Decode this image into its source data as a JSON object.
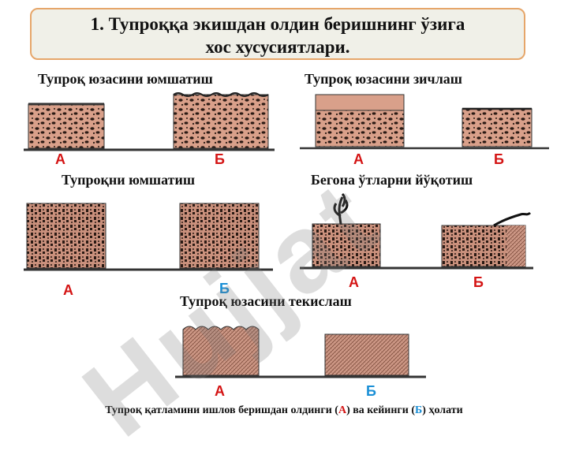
{
  "title": {
    "line1": "1. Тупроққа экишдан олдин беришнинг ўзига",
    "line2": "хос хусусиятлари."
  },
  "panels": {
    "loosen_surface": "Тупроқ юзасини юмшатиш",
    "compact_surface": "Тупроқ юзасини зичлаш",
    "loosen_soil": "Тупроқни юмшатиш",
    "remove_weeds": "Бегона ўтларни йўқотиш",
    "level_surface": "Тупроқ юзасини текислаш"
  },
  "letters": {
    "a": "А",
    "b": "Б"
  },
  "caption": {
    "before": "Тупроқ қатламини ишлов беришдан  олдинги  (",
    "a": "А",
    "middle": ") ва кейинги (",
    "b": "Б",
    "after": ") ҳолати"
  },
  "watermark": "Hujjat"
}
